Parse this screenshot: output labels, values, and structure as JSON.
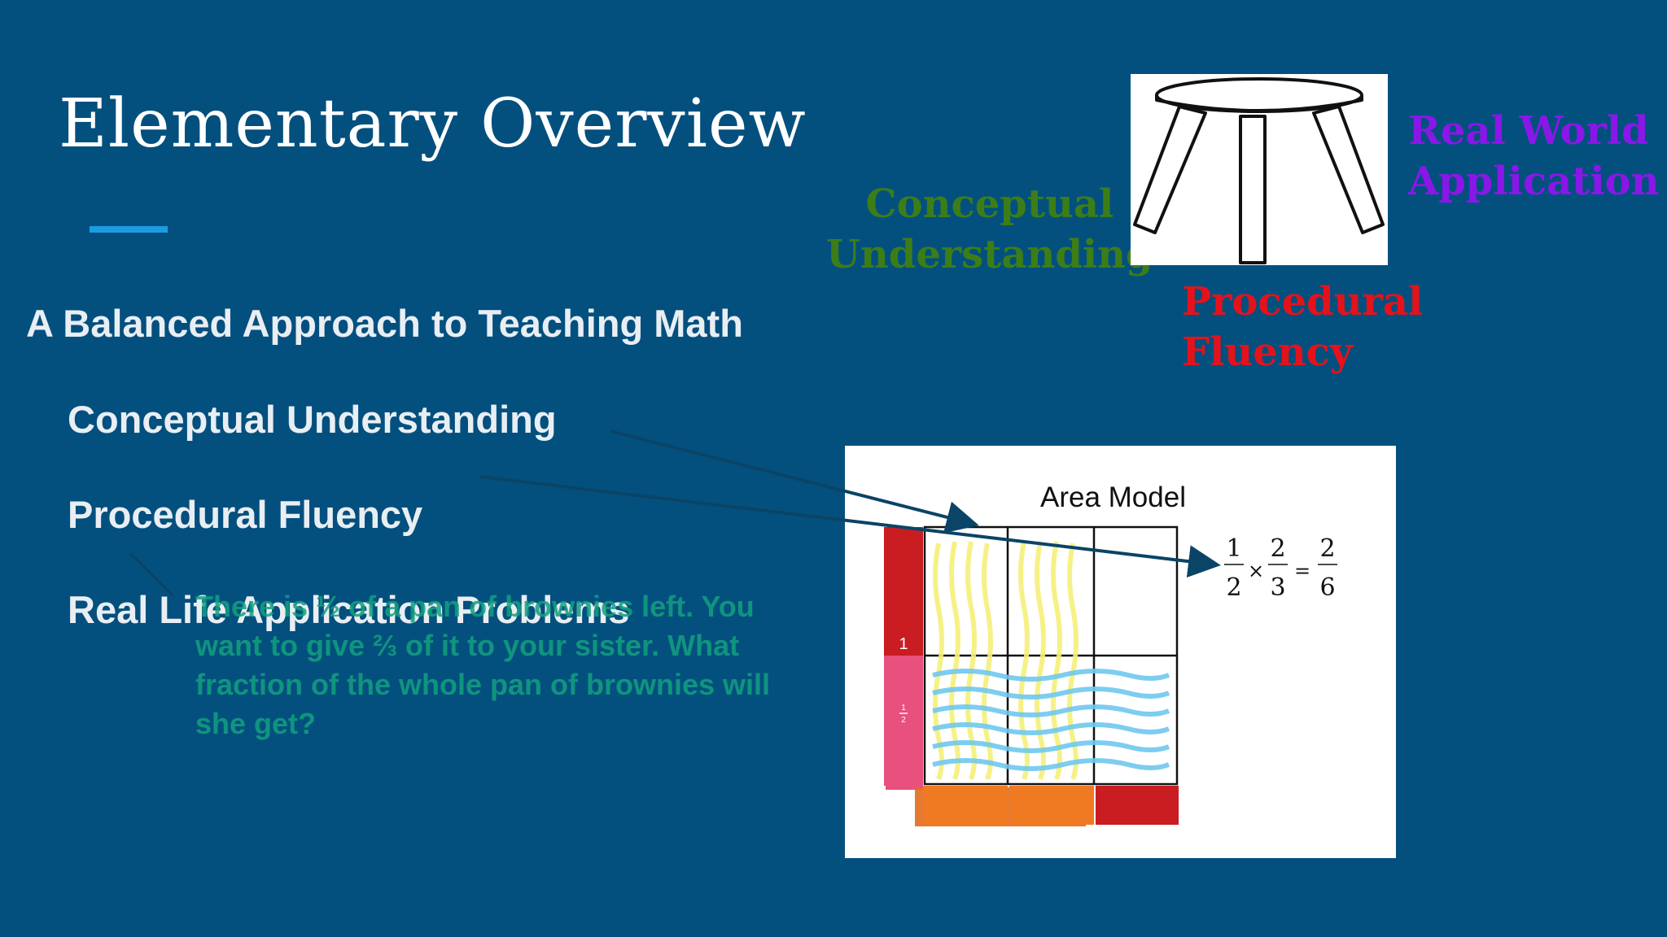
{
  "slide": {
    "title": "Elementary Overview",
    "heading": "A Balanced Approach to Teaching Math",
    "bullets": [
      "Conceptual Understanding",
      "Procedural Fluency",
      "Real Life Application Problems"
    ],
    "problem_text": "There is ½ of a pan of brownies left. You want to give ⅔ of it to your sister.  What fraction of the whole pan of brownies will she get?"
  },
  "stool": {
    "labels": {
      "conceptual": [
        "Conceptual",
        "Understanding"
      ],
      "real_world": [
        "Real World",
        "Application"
      ],
      "procedural": [
        "Procedural",
        "Fluency"
      ]
    }
  },
  "area_model": {
    "title": "Area Model",
    "equation": {
      "a_num": "1",
      "a_den": "2",
      "b_num": "2",
      "b_den": "3",
      "c_num": "2",
      "c_den": "6",
      "times": "×",
      "equals": "="
    },
    "side_labels": {
      "one": "1",
      "half_num": "1",
      "half_den": "2"
    }
  },
  "colors": {
    "background": "#03507f",
    "accent_line": "#1e9be0",
    "conceptual": "#3c7d17",
    "real_world": "#8a17e8",
    "procedural": "#e5121b",
    "problem_text": "#13a07e"
  }
}
